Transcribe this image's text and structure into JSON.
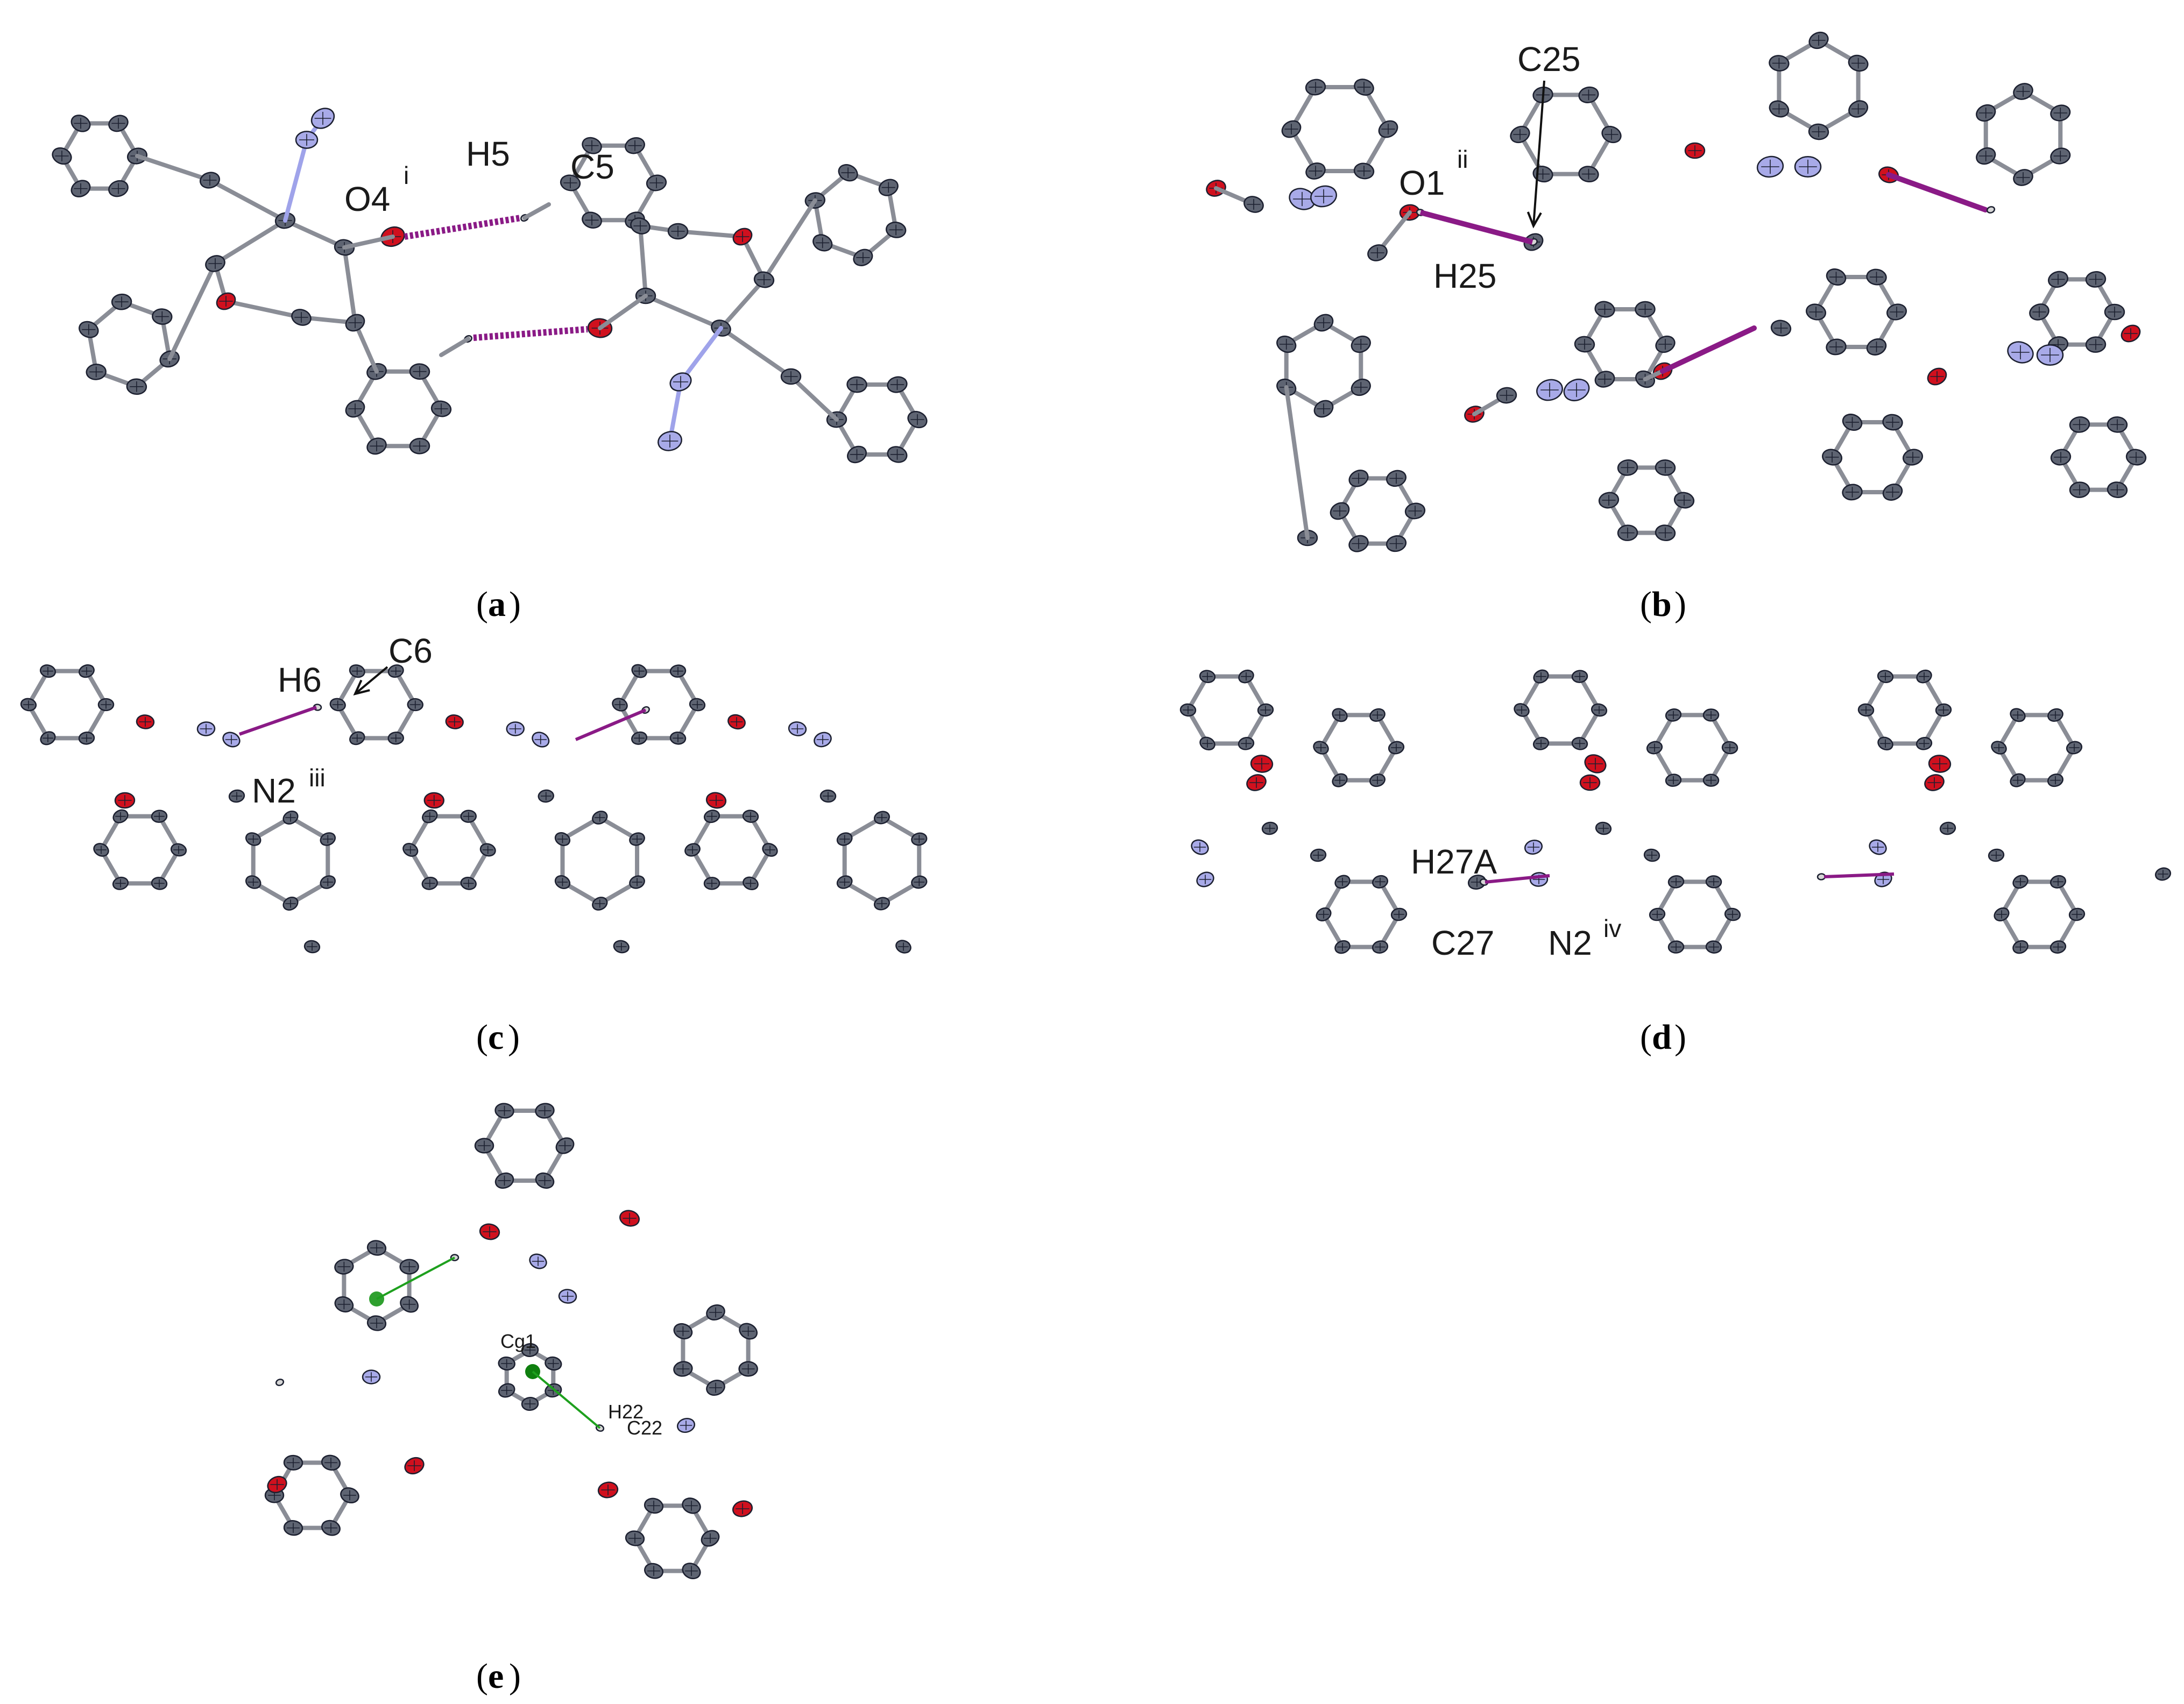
{
  "colors": {
    "carbon": "#5e6472",
    "carbon_stroke": "#1c2030",
    "bond": "#8a8d96",
    "oxygen": "#d0101e",
    "nitrogen": "#a8aae8",
    "nitrogen_bond": "#9fa3ea",
    "hydrogen": "#d6d6d6",
    "hbond": "#8a1a86",
    "pi_contact": "#1ea01e",
    "centroid": "#2fa02f"
  },
  "panels": [
    {
      "caption": "(a)",
      "label_letter": "a",
      "labels": {
        "o": "O4",
        "o_sup": "i",
        "h": "H5",
        "c": "C5"
      }
    },
    {
      "caption": "(b)",
      "label_letter": "b",
      "labels": {
        "c": "C25",
        "o": "O1",
        "o_sup": "ii",
        "h": "H25"
      }
    },
    {
      "caption": "(c)",
      "label_letter": "c",
      "labels": {
        "h": "H6",
        "c": "C6",
        "n": "N2",
        "n_sup": "iii"
      }
    },
    {
      "caption": "(d)",
      "label_letter": "d",
      "labels": {
        "h": "H27A",
        "c": "C27",
        "n": "N2",
        "n_sup": "iv"
      }
    },
    {
      "caption": "(e)",
      "label_letter": "e",
      "labels": {
        "cg": "Cg1",
        "h": "H22",
        "c": "C22"
      }
    }
  ]
}
